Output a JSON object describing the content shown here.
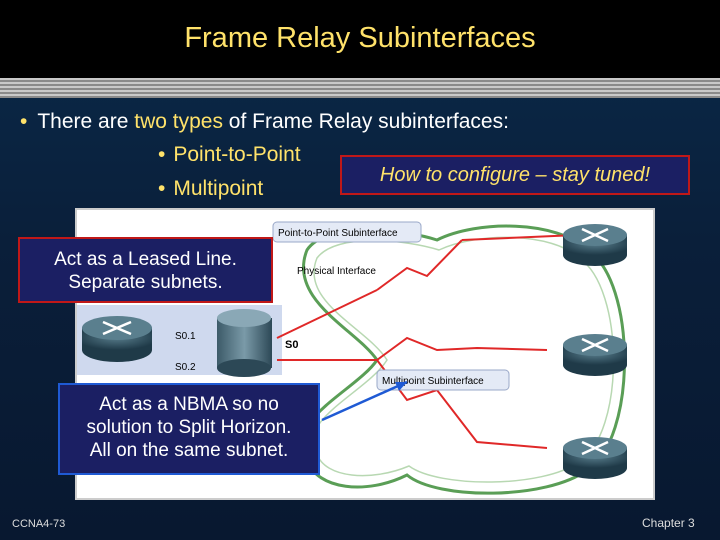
{
  "slide": {
    "title": "Frame Relay Subinterfaces",
    "bullet_prefix": "There are ",
    "bullet_highlight": "two types",
    "bullet_suffix": " of Frame Relay subinterfaces:",
    "subbullets": [
      "Point-to-Point",
      "Multipoint"
    ],
    "callout_tuned": "How to configure – stay tuned!",
    "box_leased": [
      "Act as a Leased Line.",
      "Separate subnets."
    ],
    "box_nbma": [
      "Act as a NBMA so no",
      "solution to Split Horizon.",
      "All on the same subnet."
    ],
    "footer_left": "CCNA4-73",
    "footer_right": "Chapter 3"
  },
  "diagram": {
    "label_ptp": "Point-to-Point Subinterface",
    "label_physical": "Physical Interface",
    "label_multipoint": "Multipoint Subinterface",
    "label_s01": "S0.1",
    "label_s02": "S0.2",
    "label_s0": "S0"
  },
  "colors": {
    "title": "#ffe26a",
    "box_fill": "#1b1f63",
    "red_border": "#c01818",
    "blue_border": "#1f5ad4"
  }
}
